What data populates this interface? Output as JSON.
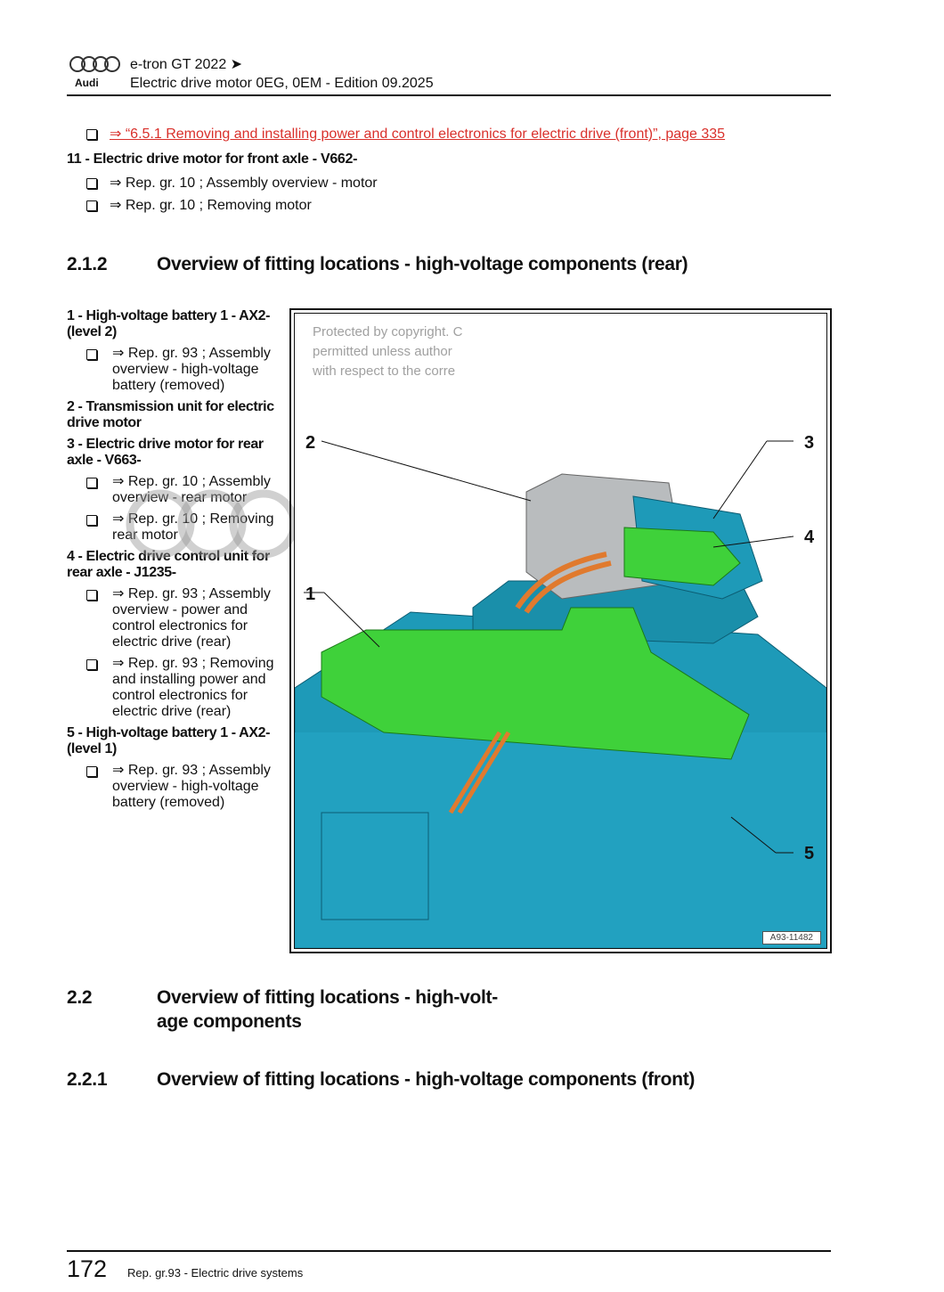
{
  "header": {
    "logo_text": "Audi",
    "title": "e-tron GT 2022 ➤",
    "subtitle": "Electric drive motor 0EG, 0EM - Edition 09.2025"
  },
  "top_list": {
    "link": "⇒ “6.5.1 Removing and installing power and control electronics for electric drive (front)”, page 335",
    "item11": "11 - Electric drive motor for front axle - V662-",
    "item11_refs": [
      "⇒  Rep. gr.  10 ; Assembly overview - motor",
      "⇒  Rep. gr.  10 ; Removing motor"
    ]
  },
  "section_212": {
    "number": "2.1.2",
    "title": "Overview of fitting locations - high-voltage components (rear)"
  },
  "legend": [
    {
      "title": "1 - High-voltage battery 1 - AX2- (level 2)",
      "refs": [
        "⇒  Rep. gr.  93 ; Assembly overview - high-voltage battery (removed)"
      ]
    },
    {
      "title": "2 - Transmission unit for electric drive motor",
      "refs": []
    },
    {
      "title": "3 - Electric drive motor for rear axle - V663-",
      "refs": [
        "⇒  Rep. gr.  10 ; Assembly overview - rear motor",
        "⇒  Rep. gr.  10 ; Removing rear motor"
      ]
    },
    {
      "title": "4 - Electric drive control unit for rear axle - J1235-",
      "refs": [
        "⇒  Rep. gr.  93 ; Assembly overview - power and control electronics for electric drive (rear)",
        "⇒  Rep. gr.  93 ; Removing and installing power and control electronics for electric drive (rear)"
      ]
    },
    {
      "title": "5 - High-voltage battery 1 - AX2- (level 1)",
      "refs": [
        "⇒  Rep. gr.  93 ; Assembly overview - high-voltage battery (removed)"
      ]
    }
  ],
  "figure": {
    "id": "A93-11482",
    "callouts": [
      "1",
      "2",
      "3",
      "4",
      "5"
    ]
  },
  "watermark": [
    "Protected by copyright. C",
    "permitted unless author",
    "with respect to the corre"
  ],
  "section_22": {
    "number": "2.2",
    "title_line1": "Overview of fitting locations - high-volt-",
    "title_line2": "age components"
  },
  "section_221": {
    "number": "2.2.1",
    "title": "Overview of fitting locations - high-voltage components (front)"
  },
  "footer": {
    "page": "172",
    "text": "Rep. gr.93 - Electric drive systems"
  },
  "colors": {
    "link": "#d9302b",
    "battery": "#1e9ab8",
    "highlight": "#3fd13a",
    "cable": "#e07a2e"
  }
}
